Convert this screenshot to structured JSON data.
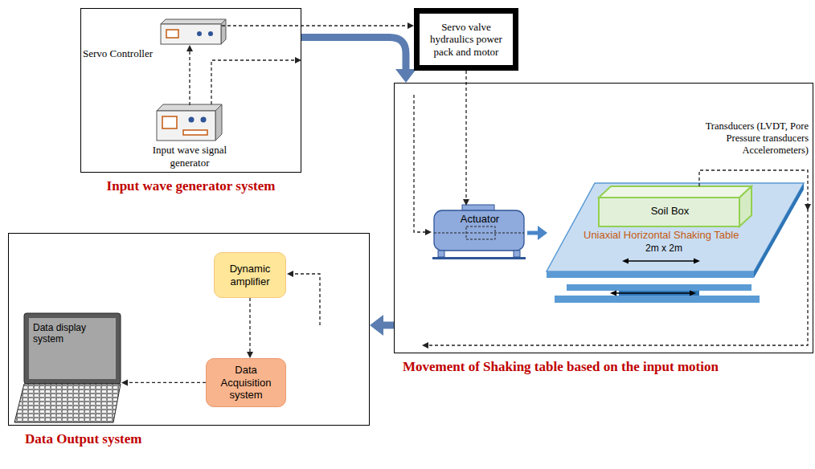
{
  "diagram": {
    "nodes": [
      {
        "text": [
          "Input wave generator system"
        ]
      },
      {
        "text": [
          "Servo Controller"
        ],
        "in": 0
      },
      {
        "text": [
          "Input wave signal generator"
        ],
        "in": 0
      },
      {
        "text": [
          "Servo valve hydraulics power pack and motor"
        ]
      },
      {
        "text": [
          "Movement of Shaking table based on the input motion"
        ]
      },
      {
        "text": [
          "Actuator"
        ],
        "in": 4
      },
      {
        "text": [
          "Uniaxial Horizontal Shaking Table",
          "2m x 2m"
        ],
        "in": 4
      },
      {
        "text": [
          "Soil Box"
        ],
        "in": 4
      },
      {
        "text": [
          "Data Output system"
        ]
      },
      {
        "text": [
          "Dynamic amplifier"
        ],
        "in": 8
      },
      {
        "text": [
          "Data Acquisition system"
        ],
        "in": 8
      },
      {
        "text": [
          "Data display system"
        ],
        "in": 8
      }
    ],
    "edges": [
      {
        "from": 2,
        "to": 1,
        "arrow": "to"
      },
      {
        "from": 1,
        "to": 3,
        "arrow": "to"
      },
      {
        "from": 0,
        "to": 4,
        "arrow": "to"
      },
      {
        "from": 3,
        "to": 5,
        "arrow": "to"
      },
      {
        "from": 4,
        "to": 8,
        "arrow": "to"
      },
      {
        "from": 5,
        "to": 6,
        "arrow": "to"
      },
      {
        "from": 9,
        "to": 10,
        "arrow": "to"
      },
      {
        "from": 10,
        "to": 11,
        "arrow": "to"
      }
    ],
    "labels": [
      "Transducers (LVDT, Pore Pressure transducers Accelerometers)"
    ]
  }
}
